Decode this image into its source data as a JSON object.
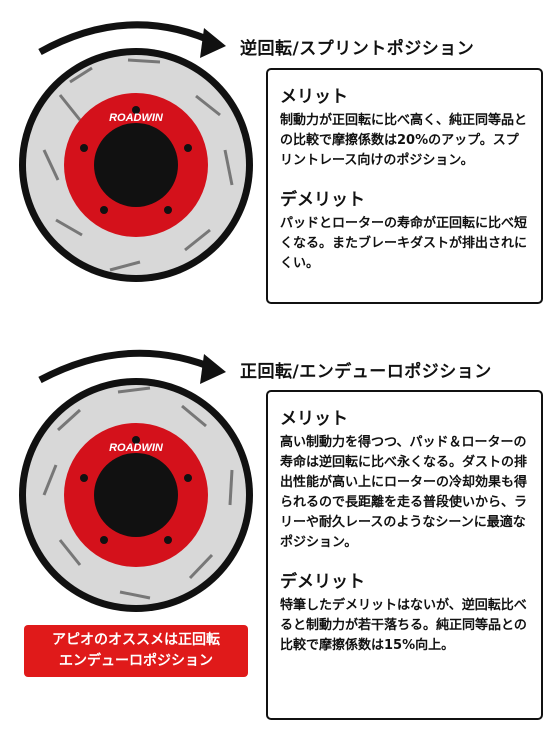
{
  "colors": {
    "disc_red": "#d4111b",
    "disc_gray": "#d8d8d8",
    "ink": "#111111",
    "badge_red": "#e01a1a"
  },
  "disc_brand": "ROADWIN",
  "sections": [
    {
      "heading": "逆回転/スプリントポジション",
      "merit_title": "メリット",
      "merit_text": "制動力が正回転に比べ高く、純正同等品との比較で摩擦係数は20%のアップ。スプリントレース向けのポジション。",
      "demerit_title": "デメリット",
      "demerit_text": "パッドとローターの寿命が正回転に比べ短くなる。またブレーキダストが排出されにくい。"
    },
    {
      "heading": "正回転/エンデューロポジション",
      "merit_title": "メリット",
      "merit_text": "高い制動力を得つつ、パッド＆ローターの寿命は逆回転に比べ永くなる。ダストの排出性能が高い上にローターの冷却効果も得られるので長距離を走る普段使いから、ラリーや耐久レースのようなシーンに最適なポジション。",
      "demerit_title": "デメリット",
      "demerit_text": "特筆したデメリットはないが、逆回転比べると制動力が若干落ちる。純正同等品との比較で摩擦係数は15%向上。",
      "badge_line1": "アピオのオススメは正回転",
      "badge_line2": "エンデューロポジション"
    }
  ]
}
